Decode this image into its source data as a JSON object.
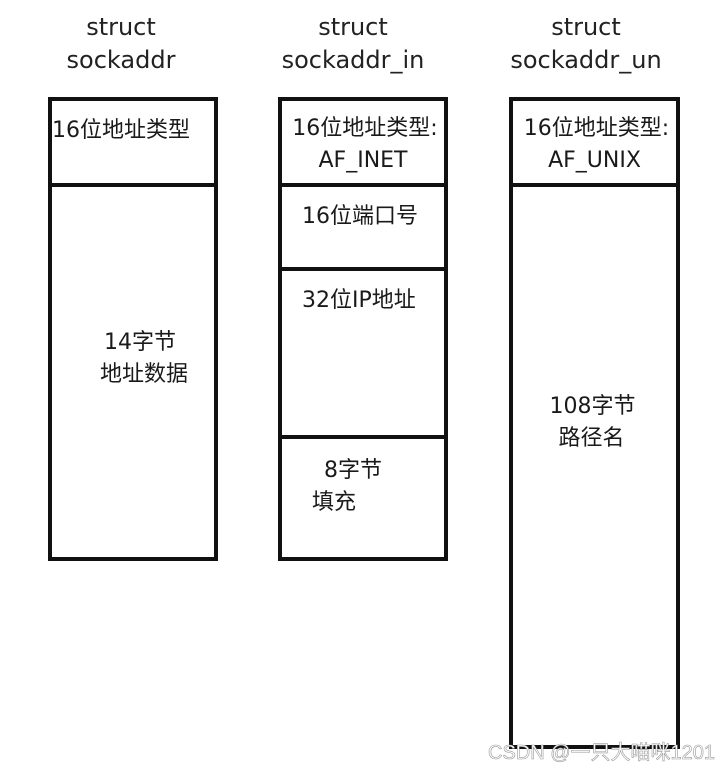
{
  "diagram": {
    "structs": [
      {
        "title_line1": "struct",
        "title_line2": "sockaddr",
        "fields": [
          {
            "line1": "16位地址类型",
            "line2": ""
          },
          {
            "line1": "14字节",
            "line2": "地址数据"
          }
        ]
      },
      {
        "title_line1": "struct",
        "title_line2": "sockaddr_in",
        "fields": [
          {
            "line1": "16位地址类型:",
            "line2": "AF_INET"
          },
          {
            "line1": "16位端口号",
            "line2": ""
          },
          {
            "line1": "32位IP地址",
            "line2": ""
          },
          {
            "line1": "8字节",
            "line2": "填充"
          }
        ]
      },
      {
        "title_line1": "struct",
        "title_line2": "sockaddr_un",
        "fields": [
          {
            "line1": "16位地址类型:",
            "line2": "AF_UNIX"
          },
          {
            "line1": "108字节",
            "line2": "路径名"
          }
        ]
      }
    ]
  },
  "watermark": "CSDN @一只大喵咪1201"
}
